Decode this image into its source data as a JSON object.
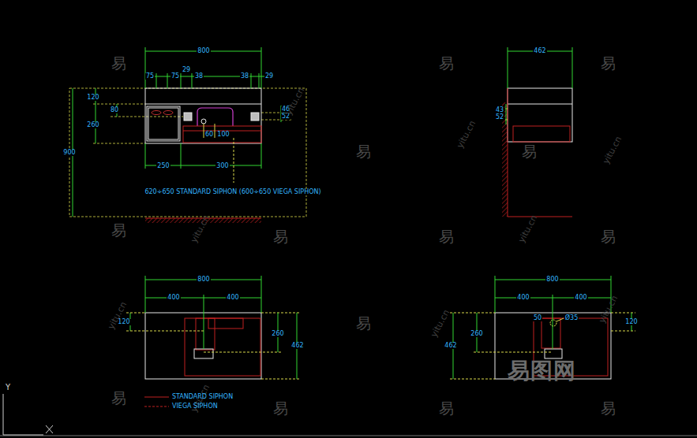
{
  "diagram": {
    "labels": [
      "800",
      "75",
      "75",
      "29",
      "38",
      "38",
      "29",
      "120",
      "80",
      "260",
      "900",
      "60",
      "100",
      "250",
      "300",
      "46",
      "52",
      "620÷650 STANDARD SIPHON (600÷650 VIEGA SIPHON)",
      "462",
      "43",
      "52",
      "800",
      "400",
      "400",
      "120",
      "260",
      "462",
      "800",
      "400",
      "400",
      "50",
      "Ø35",
      "260",
      "120",
      "462",
      "易",
      "易",
      "易",
      "易",
      "易",
      "易",
      "易",
      "易",
      "易",
      "易",
      "易",
      "易",
      "易",
      "易",
      "yitu.cn",
      "yitu.cn",
      "yitu.cn",
      "yitu.cn",
      "yitu.cn",
      "yitu.cn",
      "yitu.cn",
      "yitu.cn",
      "yitu.cn",
      "易图网",
      "Y"
    ],
    "legend": [
      {
        "text": "STANDARD SIPHON"
      },
      {
        "text": "VIEGA SIPHON"
      }
    ]
  }
}
